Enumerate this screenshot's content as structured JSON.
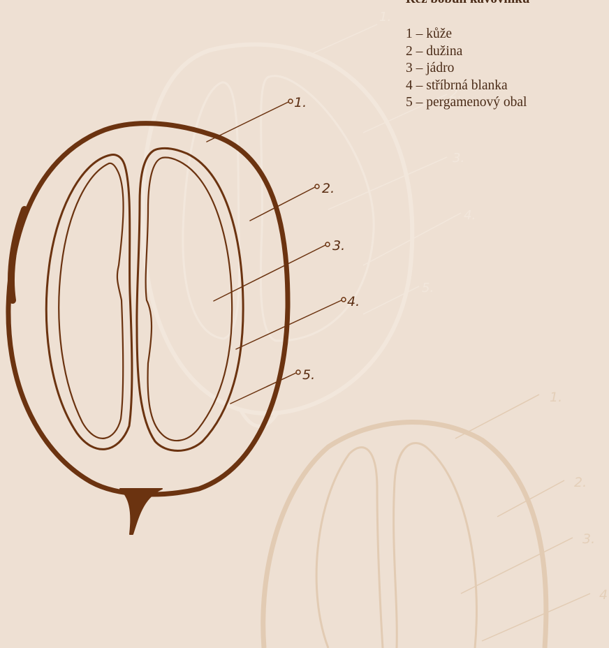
{
  "title": "Řez bobulí kávovníku",
  "legend": [
    {
      "num": "1",
      "sep": "–",
      "text": "kůže"
    },
    {
      "num": "2",
      "sep": "–",
      "text": "dužina"
    },
    {
      "num": "3",
      "sep": "–",
      "text": "jádro"
    },
    {
      "num": "4",
      "sep": "–",
      "text": "stříbrná blanka"
    },
    {
      "num": "5",
      "sep": "–",
      "text": "pergamenový obal"
    }
  ],
  "callouts": [
    "1.",
    "2.",
    "3.",
    "4.",
    "5."
  ],
  "colors": {
    "background": "#eee0d3",
    "ink": "#6b3310",
    "ghost_light": "#f3e8dd",
    "ghost_tan": "#e2cbb3",
    "text": "#4a2b17"
  }
}
